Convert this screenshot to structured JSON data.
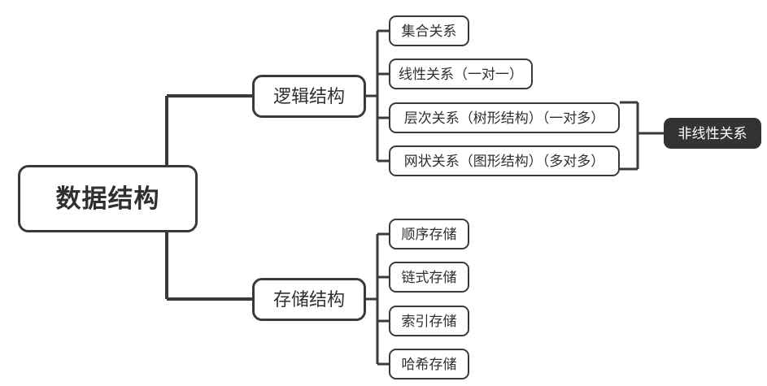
{
  "diagram": {
    "title": "数据结构",
    "type": "mind-map",
    "background_color": "#ffffff",
    "line_color": "#3a3a3a",
    "node_border_color": "#3a3a3a",
    "node_text_color": "#2f2f2f",
    "accent_fill": "#333333",
    "accent_text_color": "#ffffff"
  },
  "root": {
    "label": "数据结构"
  },
  "branches": [
    {
      "label": "逻辑结构"
    },
    {
      "label": "存储结构"
    }
  ],
  "logical_children": [
    {
      "label": "集合关系"
    },
    {
      "label": "线性关系（一对一）"
    },
    {
      "label": "层次关系（树形结构）（一对多）"
    },
    {
      "label": "网状关系（图形结构）（多对多）"
    }
  ],
  "storage_children": [
    {
      "label": "顺序存储"
    },
    {
      "label": "链式存储"
    },
    {
      "label": "索引存储"
    },
    {
      "label": "哈希存储"
    }
  ],
  "grouped": {
    "label": "非线性关系",
    "covers": [
      "层次关系（树形结构）（一对多）",
      "网状关系（图形结构）（多对多）"
    ]
  }
}
